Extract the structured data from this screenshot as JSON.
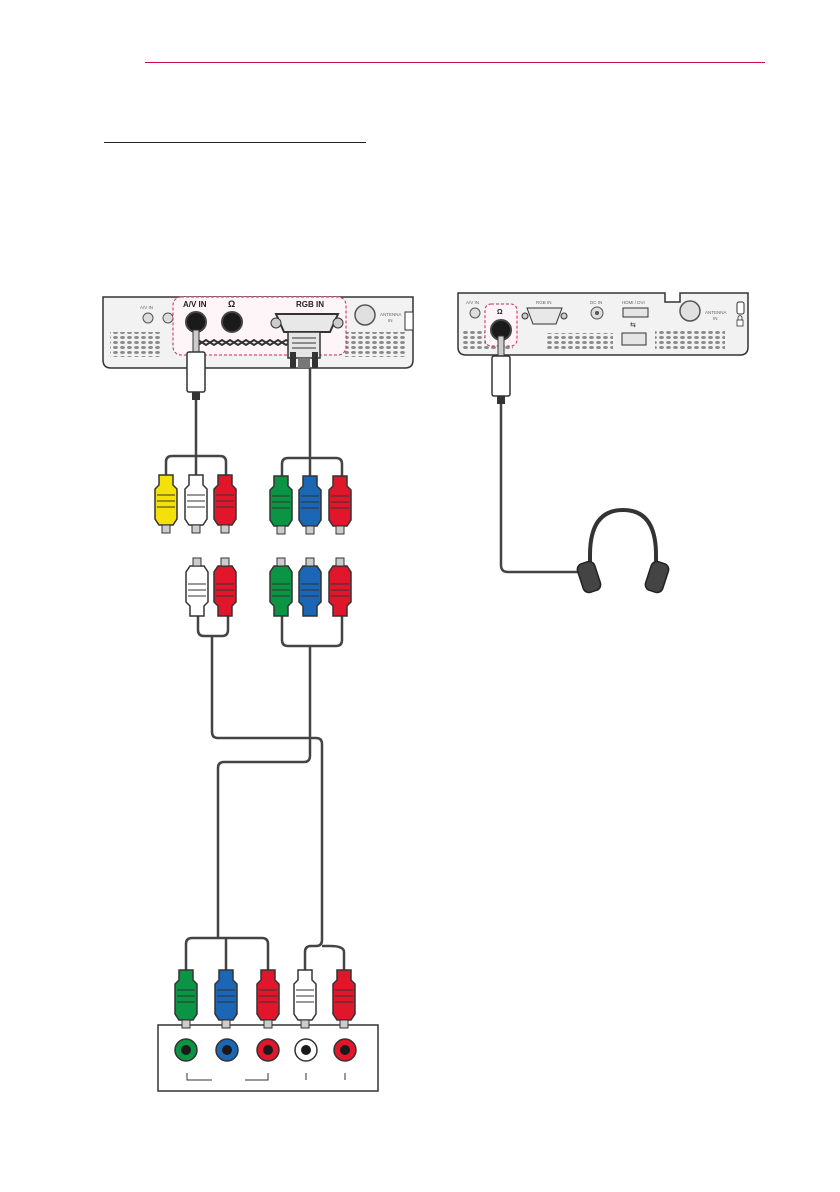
{
  "colors": {
    "accent_rule": "#c8103e",
    "yellow": "#f5e10a",
    "white": "#ffffff",
    "red": "#e2162b",
    "green": "#0a9443",
    "blue": "#1b66b5",
    "cable": "#444444",
    "device_grey": "#f2f2f2",
    "dash_highlight": "#d0245a"
  },
  "projector_left": {
    "ports": {
      "av_in": "A/V IN",
      "headphone": "Ω",
      "rgb_in": "RGB IN",
      "antenna": "ANTENNA",
      "antenna_sub": "IN"
    }
  },
  "projector_right": {
    "ports": {
      "av_in": "A/V IN",
      "headphone": "Ω",
      "rgb_in": "RGB IN",
      "dc_in": "DC IN",
      "hdmi": "HDMI / DVI",
      "antenna": "ANTENNA",
      "antenna_sub": "IN"
    }
  },
  "icons": [
    "headphone-icon",
    "usb-icon",
    "lock-icon",
    "rca-plug-icon",
    "vga-connector-icon",
    "audio-jack-icon"
  ]
}
